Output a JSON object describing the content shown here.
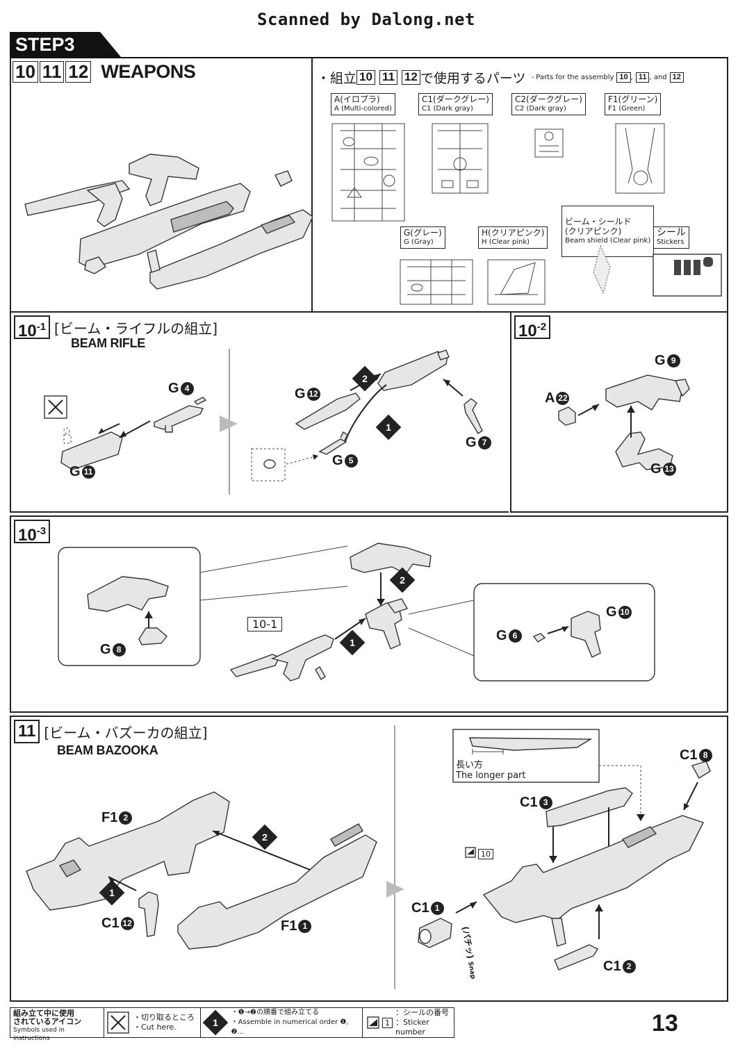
{
  "header": {
    "scan_credit": "Scanned by Dalong.net"
  },
  "step": {
    "label": "STEP3",
    "numbers": [
      "10",
      "11",
      "12"
    ],
    "title": "WEAPONS"
  },
  "parts_used": {
    "heading_jp_prefix": "・組立",
    "heading_jp_suffix": "で使用するパーツ",
    "heading_en_prefix": "- Parts for the assembly",
    "heading_en_sep": ",",
    "heading_en_and": ", and",
    "runners": [
      {
        "jp": "A(イロプラ)",
        "en": "A (Multi-colored)"
      },
      {
        "jp": "C1(ダークグレー)",
        "en": "C1 (Dark gray)"
      },
      {
        "jp": "C2(ダークグレー)",
        "en": "C2 (Dark gray)"
      },
      {
        "jp": "F1(グリーン)",
        "en": "F1 (Green)"
      },
      {
        "jp": "G(グレー)",
        "en": "G (Gray)"
      },
      {
        "jp": "H(クリアピンク)",
        "en": "H (Clear pink)"
      },
      {
        "jp": "ビーム・シールド\n(クリアピンク)",
        "en": "Beam shield (Clear pink)"
      },
      {
        "jp": "シール",
        "en": "Stickers"
      }
    ]
  },
  "step_10_1": {
    "num": "10",
    "sub": "-1",
    "title_jp": "[ビーム・ライフルの組立]",
    "title_en": "BEAM RIFLE",
    "parts": [
      {
        "runner": "G",
        "n": "4"
      },
      {
        "runner": "G",
        "n": "11"
      },
      {
        "runner": "G",
        "n": "12"
      },
      {
        "runner": "G",
        "n": "5"
      },
      {
        "runner": "G",
        "n": "7"
      }
    ],
    "order": [
      "1",
      "2"
    ]
  },
  "step_10_2": {
    "num": "10",
    "sub": "-2",
    "parts": [
      {
        "runner": "G",
        "n": "9"
      },
      {
        "runner": "A",
        "n": "22"
      },
      {
        "runner": "G",
        "n": "13"
      }
    ]
  },
  "step_10_3": {
    "num": "10",
    "sub": "-3",
    "ref": "10-1",
    "parts": [
      {
        "runner": "G",
        "n": "8"
      },
      {
        "runner": "G",
        "n": "6"
      },
      {
        "runner": "G",
        "n": "10"
      }
    ],
    "order": [
      "1",
      "2"
    ]
  },
  "step_11": {
    "num": "11",
    "title_jp": "[ビーム・バズーカの組立]",
    "title_en": "BEAM BAZOOKA",
    "longer_part_jp": "長い方",
    "longer_part_en": "The longer part",
    "sticker_no": "10",
    "snap_jp": "(パチッ)",
    "snap_en": "Snap",
    "parts": [
      {
        "runner": "F1",
        "n": "2"
      },
      {
        "runner": "C1",
        "n": "12"
      },
      {
        "runner": "F1",
        "n": "1"
      },
      {
        "runner": "C1",
        "n": "8"
      },
      {
        "runner": "C1",
        "n": "3"
      },
      {
        "runner": "C1",
        "n": "1"
      },
      {
        "runner": "C1",
        "n": "2"
      }
    ],
    "order": [
      "1",
      "2"
    ]
  },
  "legend": {
    "title_jp": "組み立て中に使用\nされているアイコン",
    "title_en": "Symbols used in instructions",
    "cut_jp": "・切り取るところ",
    "cut_en": "・Cut here.",
    "order_icon": "1",
    "order_jp": "・❶→❷の順番で組み立てる",
    "order_en": "・Assemble in numerical order ❶, ❷...",
    "sticker_icon": "1",
    "sticker_jp": "：シールの番号",
    "sticker_en": "：Sticker number"
  },
  "page_number": "13"
}
